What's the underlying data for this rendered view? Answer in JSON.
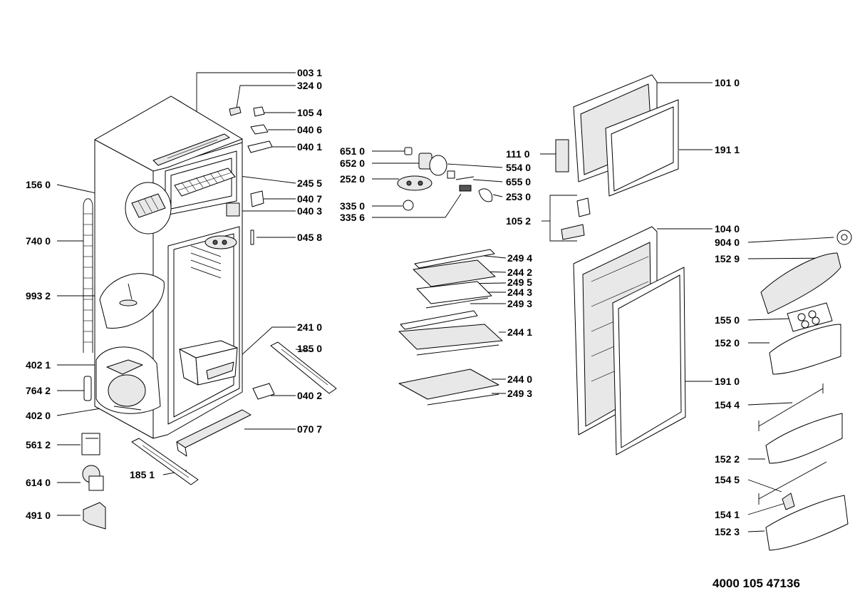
{
  "document_code": "4000 105 47136",
  "parts": [
    {
      "id": "p0031",
      "label": "003 1"
    },
    {
      "id": "p3240",
      "label": "324 0"
    },
    {
      "id": "p1054",
      "label": "105 4"
    },
    {
      "id": "p0406",
      "label": "040 6"
    },
    {
      "id": "p0401",
      "label": "040 1"
    },
    {
      "id": "p1560",
      "label": "156 0"
    },
    {
      "id": "p2455",
      "label": "245 5"
    },
    {
      "id": "p0407",
      "label": "040 7"
    },
    {
      "id": "p0403",
      "label": "040 3"
    },
    {
      "id": "p0458",
      "label": "045 8"
    },
    {
      "id": "p7400",
      "label": "740 0"
    },
    {
      "id": "p9932",
      "label": "993 2"
    },
    {
      "id": "p2410",
      "label": "241 0"
    },
    {
      "id": "p1850",
      "label": "185 0"
    },
    {
      "id": "p4021",
      "label": "402 1"
    },
    {
      "id": "p7642",
      "label": "764 2"
    },
    {
      "id": "p4020",
      "label": "402 0"
    },
    {
      "id": "p0402",
      "label": "040 2"
    },
    {
      "id": "p0707",
      "label": "070 7"
    },
    {
      "id": "p5612",
      "label": "561 2"
    },
    {
      "id": "p6140",
      "label": "614 0"
    },
    {
      "id": "p1851",
      "label": "185 1"
    },
    {
      "id": "p4910",
      "label": "491 0"
    },
    {
      "id": "p6510",
      "label": "651 0"
    },
    {
      "id": "p6520",
      "label": "652 0"
    },
    {
      "id": "p2520",
      "label": "252 0"
    },
    {
      "id": "p3350",
      "label": "335 0"
    },
    {
      "id": "p3356",
      "label": "335 6"
    },
    {
      "id": "p5540",
      "label": "554 0"
    },
    {
      "id": "p6550",
      "label": "655 0"
    },
    {
      "id": "p2530",
      "label": "253 0"
    },
    {
      "id": "p1110",
      "label": "111 0"
    },
    {
      "id": "p1052",
      "label": "105 2"
    },
    {
      "id": "p2494",
      "label": "249 4"
    },
    {
      "id": "p2442",
      "label": "244 2"
    },
    {
      "id": "p2495",
      "label": "249 5"
    },
    {
      "id": "p2443",
      "label": "244 3"
    },
    {
      "id": "p2493",
      "label": "249 3"
    },
    {
      "id": "p2441",
      "label": "244 1"
    },
    {
      "id": "p2440",
      "label": "244 0"
    },
    {
      "id": "p2493b",
      "label": "249 3"
    },
    {
      "id": "p1010",
      "label": "101 0"
    },
    {
      "id": "p1911",
      "label": "191 1"
    },
    {
      "id": "p1040",
      "label": "104 0"
    },
    {
      "id": "p9040",
      "label": "904 0"
    },
    {
      "id": "p1529",
      "label": "152 9"
    },
    {
      "id": "p1550",
      "label": "155 0"
    },
    {
      "id": "p1520",
      "label": "152 0"
    },
    {
      "id": "p1910",
      "label": "191 0"
    },
    {
      "id": "p1544",
      "label": "154 4"
    },
    {
      "id": "p1522",
      "label": "152 2"
    },
    {
      "id": "p1545",
      "label": "154 5"
    },
    {
      "id": "p1541",
      "label": "154 1"
    },
    {
      "id": "p1523",
      "label": "152 3"
    }
  ]
}
